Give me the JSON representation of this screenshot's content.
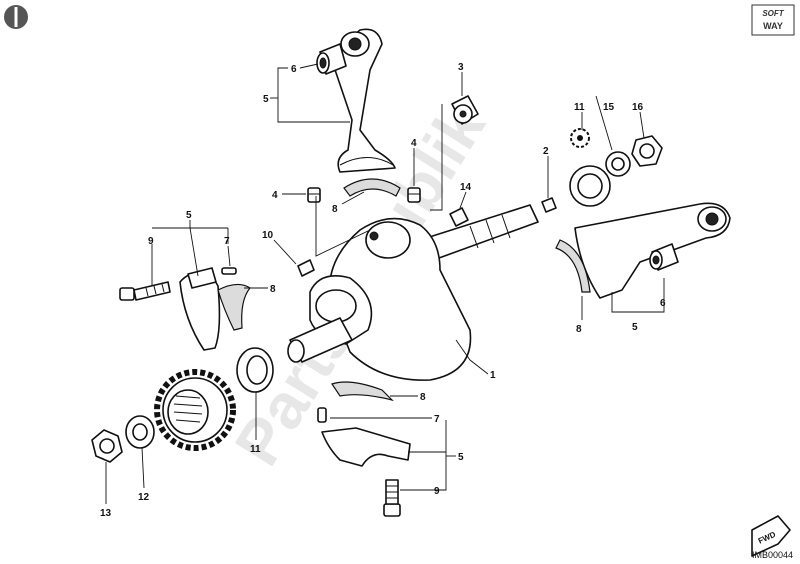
{
  "watermark": "Partsrepublik",
  "drawing_code": "IMB00044",
  "fwd_label": "FWD",
  "brand_badge_top": "SOFT",
  "brand_badge_bottom": "WAY",
  "callouts": {
    "c1": "1",
    "c2": "2",
    "c3": "3",
    "c4a": "4",
    "c4b": "4",
    "c5a": "5",
    "c5b": "5",
    "c5c": "5",
    "c5d": "5",
    "c6a": "6",
    "c6b": "6",
    "c7a": "7",
    "c7b": "7",
    "c8a": "8",
    "c8b": "8",
    "c8c": "8",
    "c8d": "8",
    "c9a": "9",
    "c9b": "9",
    "c10": "10",
    "c11a": "11",
    "c11b": "11",
    "c12": "12",
    "c13": "13",
    "c14": "14",
    "c15": "15",
    "c16": "16"
  }
}
